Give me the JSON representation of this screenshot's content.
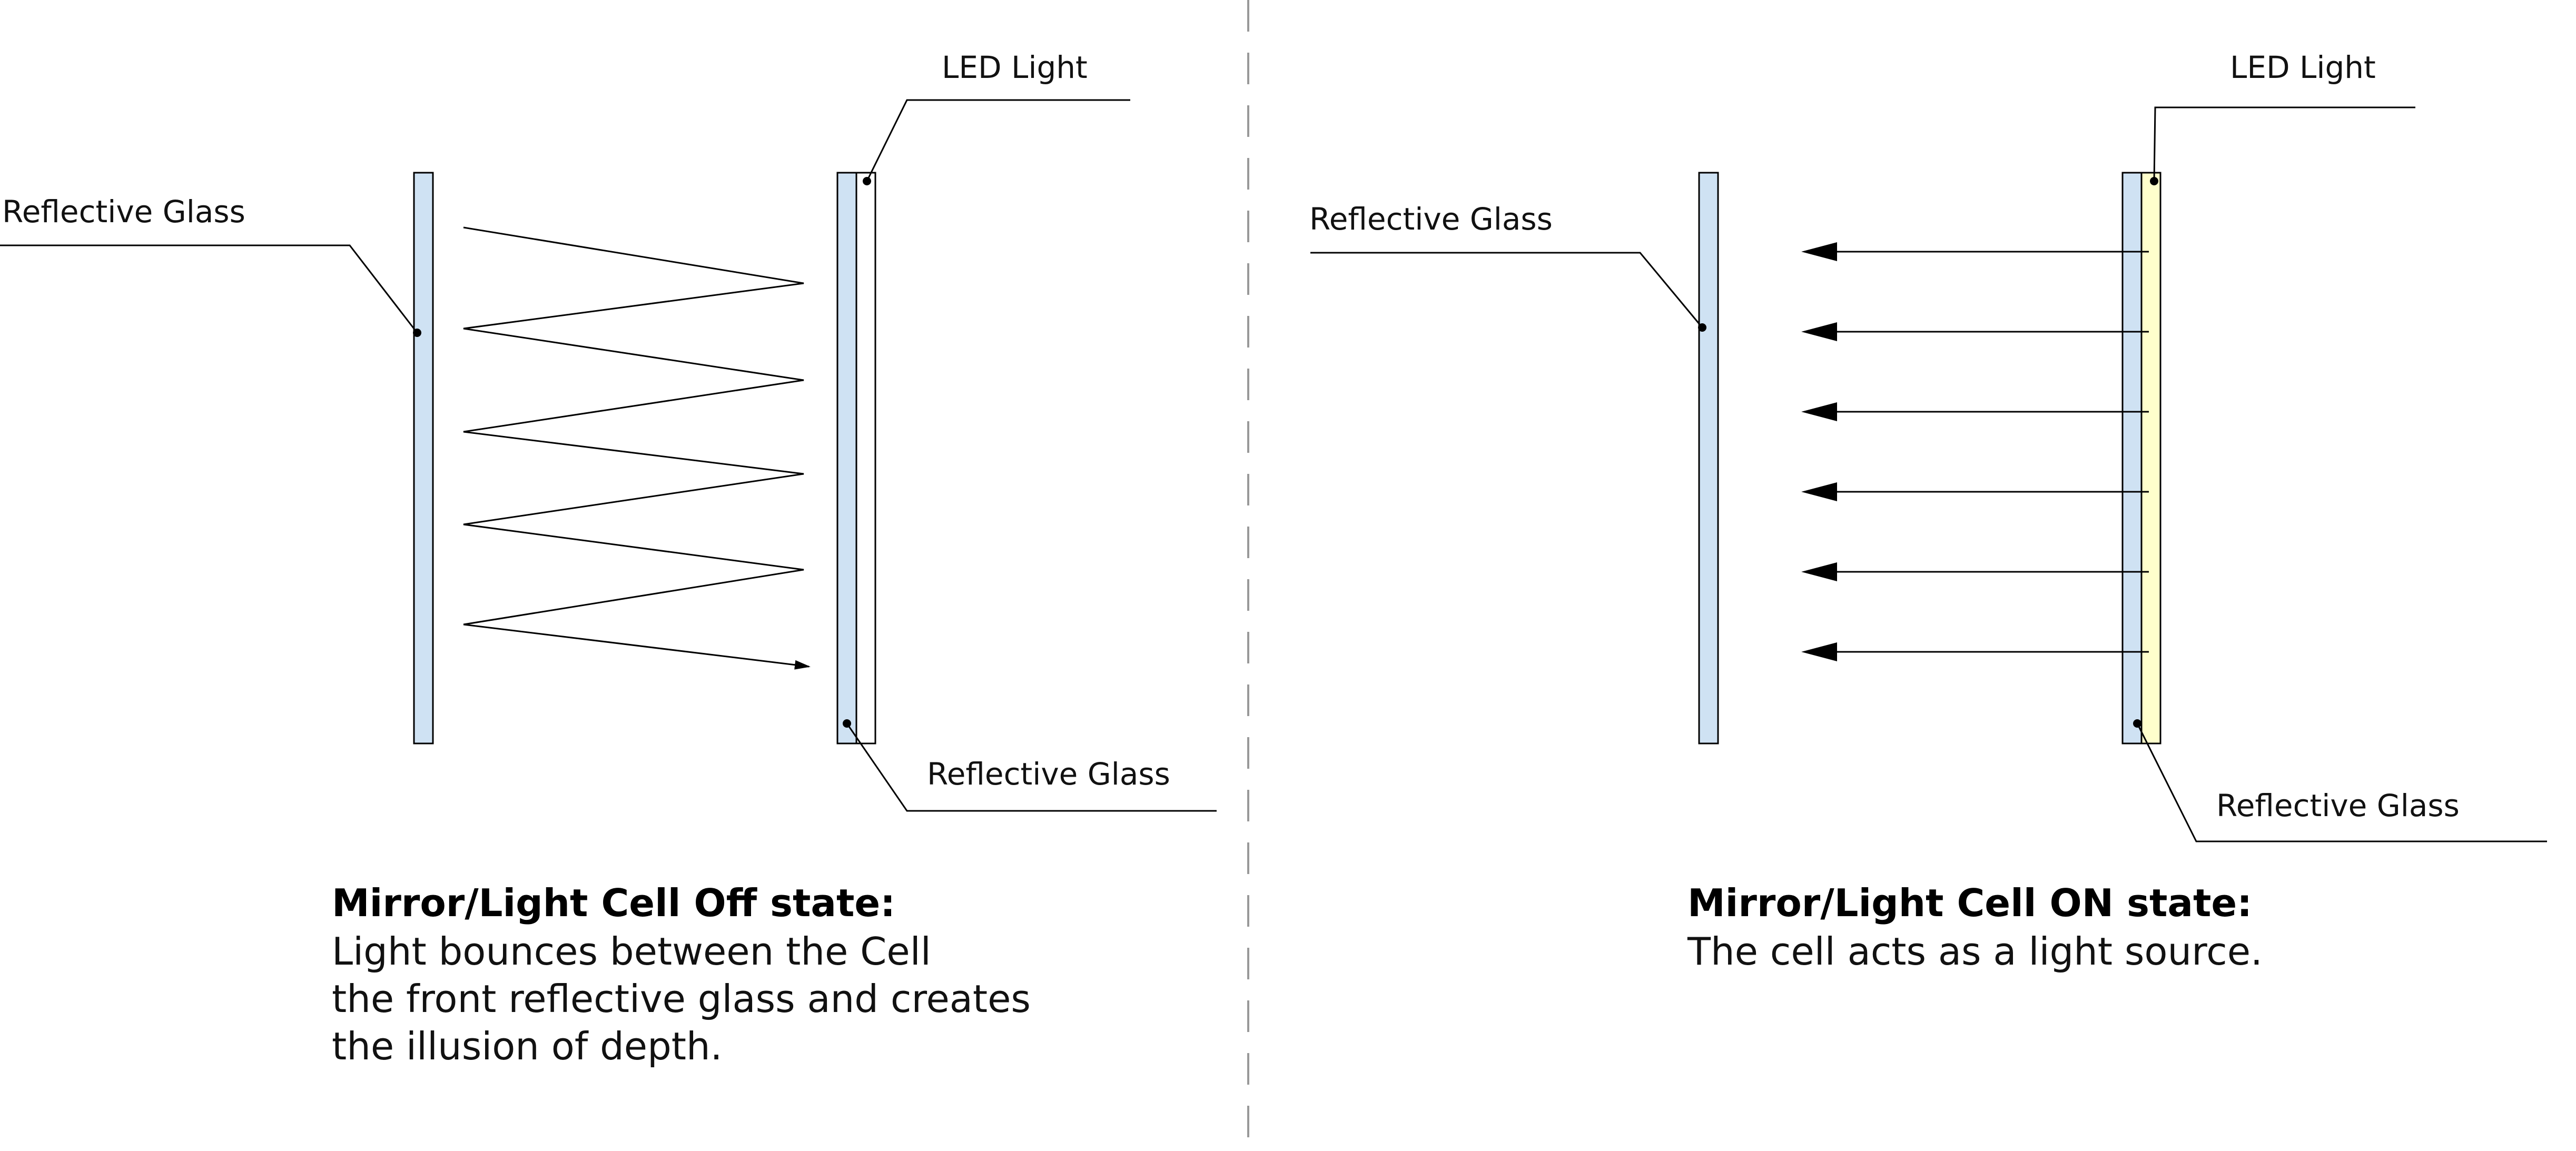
{
  "colors": {
    "glass_fill": "#cfe2f3",
    "led_fill_on": "#ffffcc",
    "led_fill_off": "#ffffff",
    "line": "#000000",
    "divider": "#999999"
  },
  "left_panel": {
    "state": "off",
    "labels": {
      "led_light": "LED Light",
      "reflective_glass_front": "Reflective Glass",
      "reflective_glass_cell": "Reflective Glass"
    },
    "caption": {
      "title": "Mirror/Light Cell Off state:",
      "lines": [
        "Light bounces between the Cell",
        "the front reflective glass and creates",
        "the illusion of depth."
      ]
    }
  },
  "right_panel": {
    "state": "on",
    "labels": {
      "led_light": "LED Light",
      "reflective_glass_front": "Reflective Glass",
      "reflective_glass_cell": "Reflective Glass"
    },
    "light_ray_count": 6,
    "caption": {
      "title": "Mirror/Light Cell ON state:",
      "lines": [
        "The cell acts as a light source."
      ]
    }
  }
}
